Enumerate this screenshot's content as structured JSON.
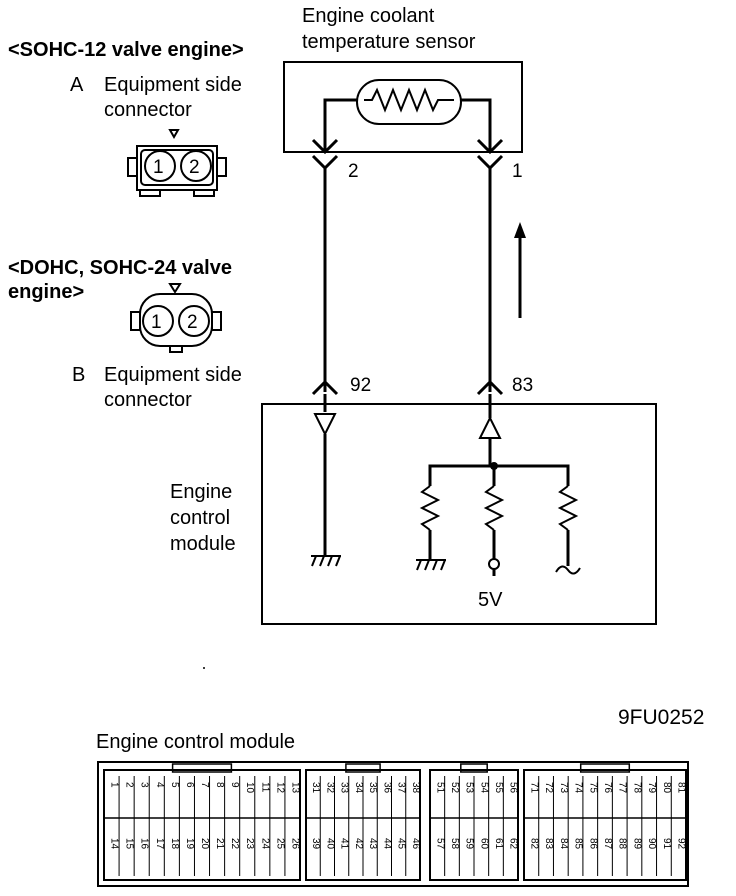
{
  "sensor": {
    "title_line1": "Engine coolant",
    "title_line2": "temperature sensor",
    "pin_left": "2",
    "pin_right": "1"
  },
  "connector_a": {
    "engine_label": "<SOHC-12 valve engine>",
    "letter": "A",
    "desc_line1": "Equipment side",
    "desc_line2": "connector",
    "pin1": "1",
    "pin2": "2"
  },
  "connector_b": {
    "engine_label_line1": "<DOHC, SOHC-24 valve",
    "engine_label_line2": "engine>",
    "letter": "B",
    "desc_line1": "Equipment side",
    "desc_line2": "connector",
    "pin1": "1",
    "pin2": "2"
  },
  "ecm": {
    "label_line1": "Engine",
    "label_line2": "control",
    "label_line3": "module",
    "pin_left": "92",
    "pin_right": "83",
    "voltage": "5V"
  },
  "figure_code": "9FU0252",
  "bottom": {
    "title": "Engine control module",
    "groups": [
      {
        "top": [
          "1",
          "2",
          "3",
          "4",
          "5",
          "6",
          "7",
          "8",
          "9",
          "10",
          "11",
          "12",
          "13"
        ],
        "bottom": [
          "14",
          "15",
          "16",
          "17",
          "18",
          "19",
          "20",
          "21",
          "22",
          "23",
          "24",
          "25",
          "26"
        ]
      },
      {
        "top": [
          "31",
          "32",
          "33",
          "34",
          "35",
          "36",
          "37",
          "38"
        ],
        "bottom": [
          "39",
          "40",
          "41",
          "42",
          "43",
          "44",
          "45",
          "46"
        ]
      },
      {
        "top": [
          "51",
          "52",
          "53",
          "54",
          "55",
          "56"
        ],
        "bottom": [
          "57",
          "58",
          "59",
          "60",
          "61",
          "62"
        ]
      },
      {
        "top": [
          "71",
          "72",
          "73",
          "74",
          "75",
          "76",
          "77",
          "78",
          "79",
          "80",
          "81"
        ],
        "bottom": [
          "82",
          "83",
          "84",
          "85",
          "86",
          "87",
          "88",
          "89",
          "90",
          "91",
          "92"
        ]
      }
    ]
  }
}
